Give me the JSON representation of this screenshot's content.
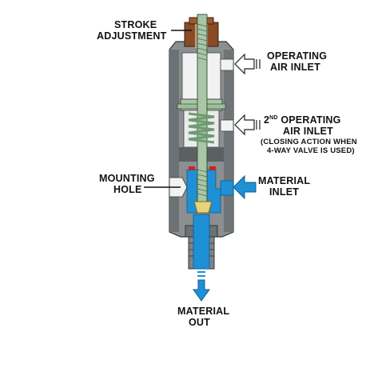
{
  "labels": {
    "stroke": [
      "STROKE",
      "ADJUSTMENT"
    ],
    "air_inlet": [
      "OPERATING",
      "AIR INLET"
    ],
    "second_air": {
      "num": "2",
      "sup": "ND",
      "line1_rest": " OPERATING",
      "line2": "AIR INLET",
      "note1": "(CLOSING ACTION WHEN",
      "note2": "4-WAY VALVE IS USED)"
    },
    "mounting": [
      "MOUNTING",
      "HOLE"
    ],
    "material_in": [
      "MATERIAL",
      "INLET"
    ],
    "material_out": [
      "MATERIAL",
      "OUT"
    ]
  },
  "colors": {
    "body_gray": "#7f8487",
    "dark_gray": "#4b4f52",
    "spring_green": "#b9d7bb",
    "stem_green": "#a9c6a6",
    "adjust_brown": "#8a4b24",
    "fluid_blue": "#1e90d6",
    "seal_red": "#c8231e",
    "needle_tip": "#e8d27a"
  }
}
